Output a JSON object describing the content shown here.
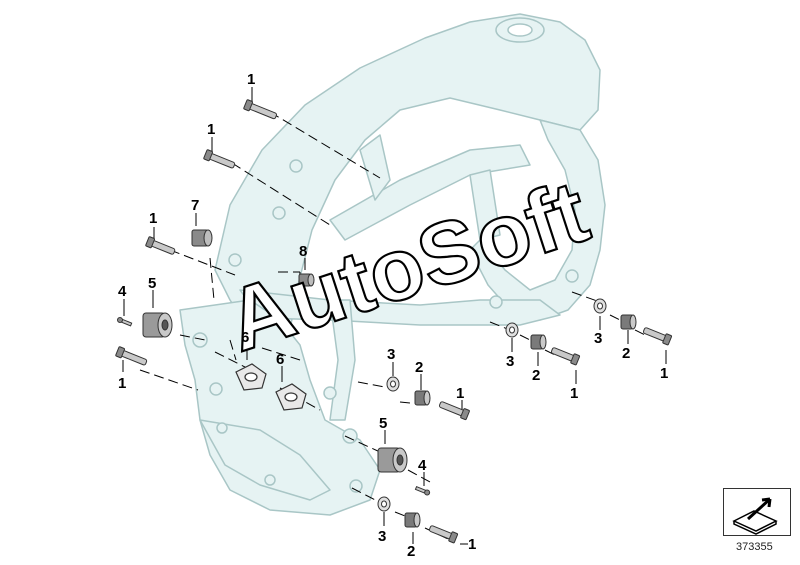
{
  "diagram": {
    "callouts": [
      "1",
      "1",
      "1",
      "4",
      "5",
      "1",
      "7",
      "8",
      "6",
      "6",
      "3",
      "2",
      "1",
      "5",
      "4",
      "3",
      "2",
      "1",
      "3",
      "2",
      "1",
      "3",
      "2",
      "1"
    ],
    "watermark": "AutoSoft",
    "document_number": "373355",
    "icon": "exploded-view-arrow-icon",
    "colors": {
      "frame_fill": "#e6f3f3",
      "frame_stroke": "#a9c6c6",
      "part_fill": "#c9c9c9",
      "part_dark": "#6e6e6e",
      "line": "#000000"
    }
  }
}
